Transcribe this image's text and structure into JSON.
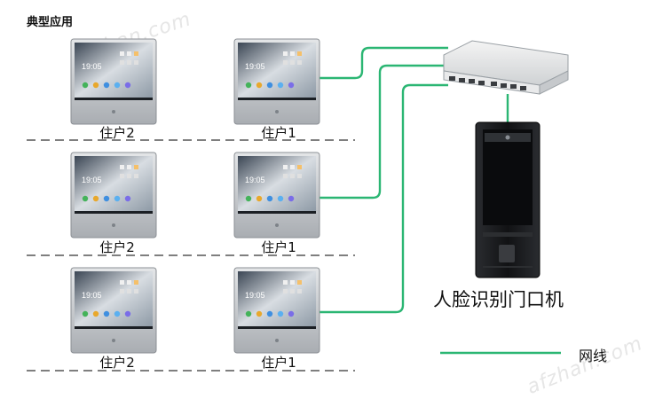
{
  "title": "典型应用",
  "watermark": "afzhan.com",
  "monitor_screen": {
    "time": "19:05"
  },
  "rows": [
    {
      "left_label": "住户2",
      "right_label": "住户1"
    },
    {
      "left_label": "住户2",
      "right_label": "住户1"
    },
    {
      "left_label": "住户2",
      "right_label": "住户1"
    }
  ],
  "door_station_label": "人脸识别门口机",
  "legend": {
    "line_label": "网线"
  },
  "colors": {
    "cable": "#2bb673",
    "monitor_frame": "#c9ccd0",
    "monitor_screen": "#1b1f24",
    "divider": "#555555",
    "door_station_body": "#1a1a1c"
  }
}
